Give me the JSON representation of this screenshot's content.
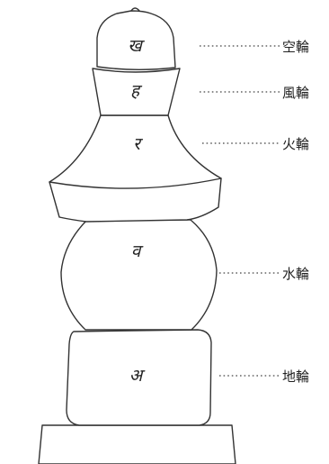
{
  "stupa": {
    "levels": [
      {
        "id": "kurin",
        "label": "空輪",
        "syllable": "ख"
      },
      {
        "id": "fuurin",
        "label": "風輪",
        "syllable": "ह"
      },
      {
        "id": "karin",
        "label": "火輪",
        "syllable": "र"
      },
      {
        "id": "suirin",
        "label": "水輪",
        "syllable": "व"
      },
      {
        "id": "chirin",
        "label": "地輪",
        "syllable": "अ"
      }
    ]
  }
}
